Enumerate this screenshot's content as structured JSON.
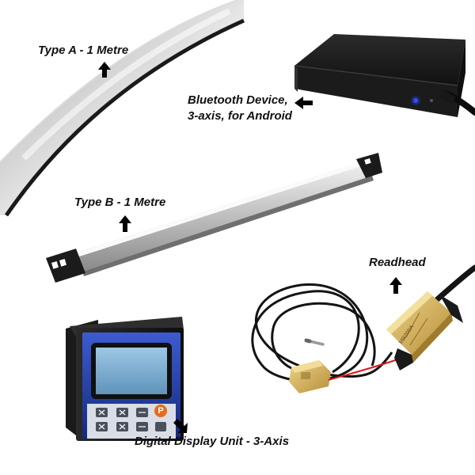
{
  "labels": {
    "type_a": "Type A - 1 Metre",
    "bluetooth_line1": "Bluetooth Device,",
    "bluetooth_line2": "3-axis, for Android",
    "type_b": "Type B - 1 Metre",
    "readhead": "Readhead",
    "display_unit": "Digital Display Unit - 3-Axis"
  },
  "display_keypad": {
    "p_key": "P"
  },
  "readhead_markings": {
    "model": "MR200A"
  },
  "colors": {
    "label_text": "#111111",
    "arrow": "#000000",
    "bluetooth_led": "#2a4cff",
    "display_accent": "#1f3fa8",
    "p_key": "#e86a1a",
    "readhead_body": "#d7b65a",
    "signal_wire": "#e0191b"
  },
  "icons": [
    "arrow-up-icon",
    "arrow-left-icon",
    "arrow-down-right-icon"
  ]
}
